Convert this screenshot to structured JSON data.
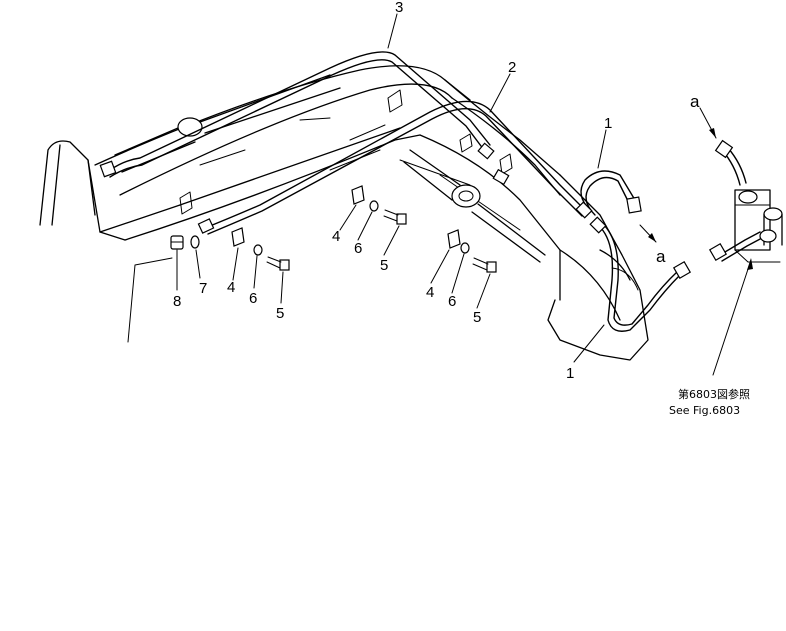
{
  "callouts": {
    "c3": "3",
    "c2": "2",
    "c1_top": "1",
    "c1_bottom": "1",
    "c8": "8",
    "c7": "7",
    "c4_left": "4",
    "c6_left": "6",
    "c5_left": "5",
    "c4_mid": "4",
    "c6_mid": "6",
    "c5_mid": "5",
    "c4_right": "4",
    "c6_right": "6",
    "c5_right": "5",
    "a_top": "a",
    "a_mid": "a"
  },
  "reference": {
    "line_jp": "第6803図参照",
    "line_en": "See Fig.6803"
  }
}
